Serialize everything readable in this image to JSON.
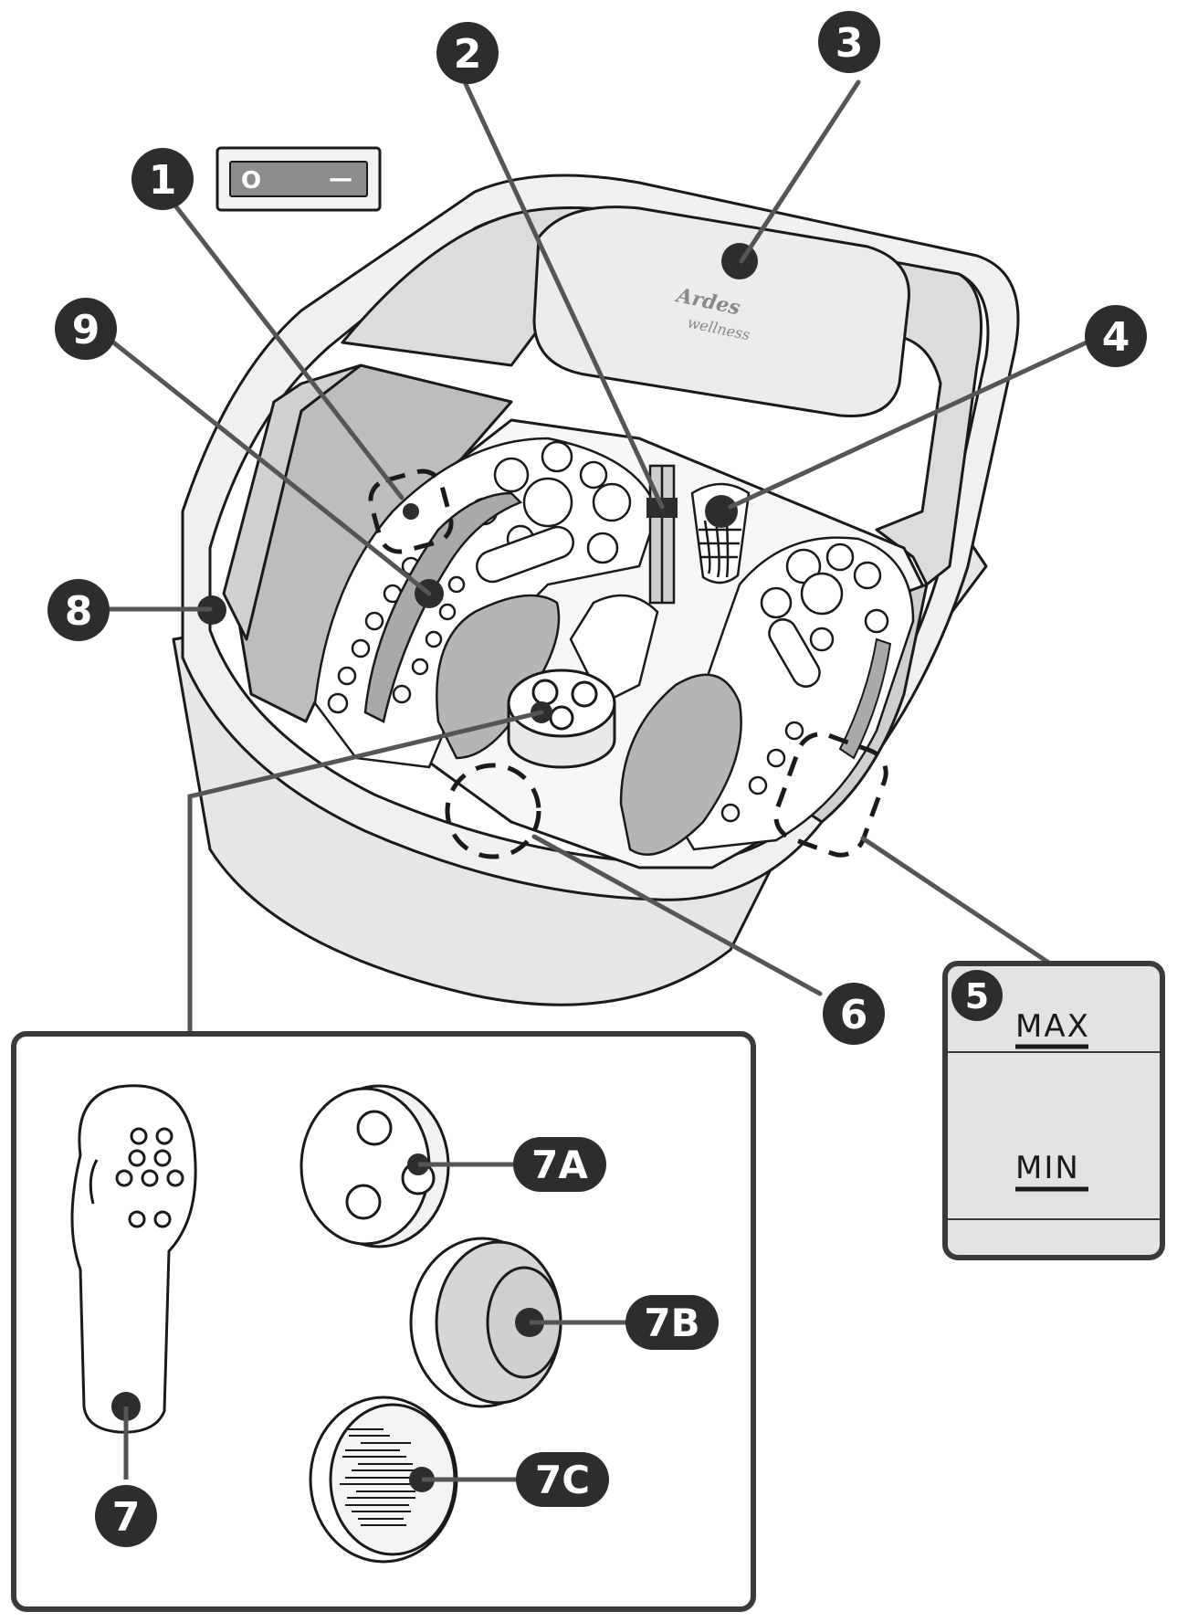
{
  "callouts": {
    "c1": "1",
    "c2": "2",
    "c3": "3",
    "c4": "4",
    "c5": "5",
    "c6": "6",
    "c7": "7",
    "c7a": "7A",
    "c7b": "7B",
    "c7c": "7C",
    "c8": "8",
    "c9": "9"
  },
  "water_level": {
    "max_label": "MAX",
    "min_label": "MIN"
  },
  "switch": {
    "on_symbol": "O",
    "off_symbol": "—"
  },
  "logo": {
    "brand": "Ardes",
    "sub": "wellness"
  },
  "colors": {
    "line": "#1a1a1a",
    "fill_gray": "#e3e3e3",
    "dark_gray": "#a9a9a9",
    "badge": "#2d2d2d"
  }
}
